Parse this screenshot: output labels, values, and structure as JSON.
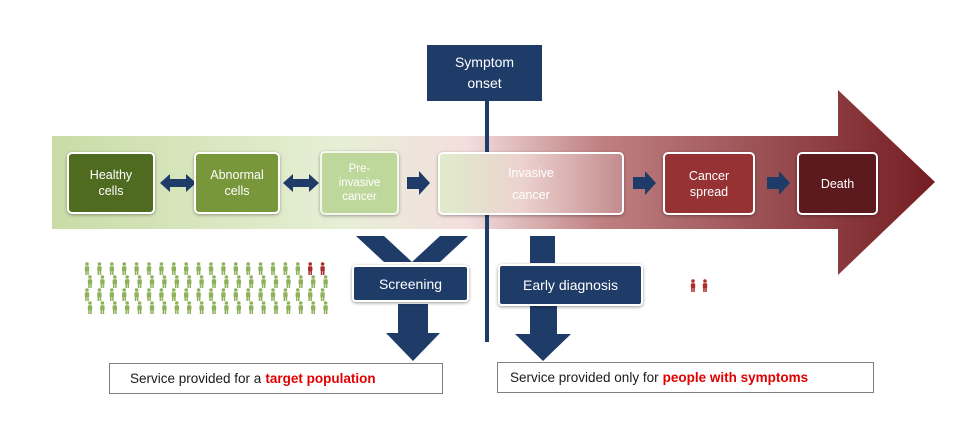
{
  "stages": [
    {
      "id": "healthy",
      "label": "Healthy\ncells",
      "fill": "#4e6b1f"
    },
    {
      "id": "abnormal",
      "label": "Abnormal\ncells",
      "fill": "#77973a"
    },
    {
      "id": "preinvasive",
      "label": "Pre-\ninvasive\ncancer",
      "fill": "#b9d48c"
    },
    {
      "id": "invasive",
      "label": "Invasive\ncancer",
      "fill": "#cf9e9f"
    },
    {
      "id": "spread",
      "label": "Cancer\nspread",
      "fill": "#973234"
    },
    {
      "id": "death",
      "label": "Death",
      "fill": "#5c1a1f"
    }
  ],
  "symptom_onset": "Symptom\nonset",
  "screening_label": "Screening",
  "early_diagnosis_label": "Early diagnosis",
  "target_service": {
    "prefix": "Service provided  for a",
    "highlight": "target population"
  },
  "symptom_service": {
    "prefix": "Service provided  only for",
    "highlight": "people with symptoms"
  },
  "colors": {
    "navy": "#1f3b68",
    "highlight": "#e10000",
    "arrow_green": "#c7dba3",
    "arrow_red": "#7a1f23",
    "person_green": "#8db25a",
    "person_red": "#a82d2d"
  },
  "icons": {
    "connector_double": "double-arrow-icon",
    "connector_single": "right-arrow-icon",
    "person": "person-icon"
  }
}
